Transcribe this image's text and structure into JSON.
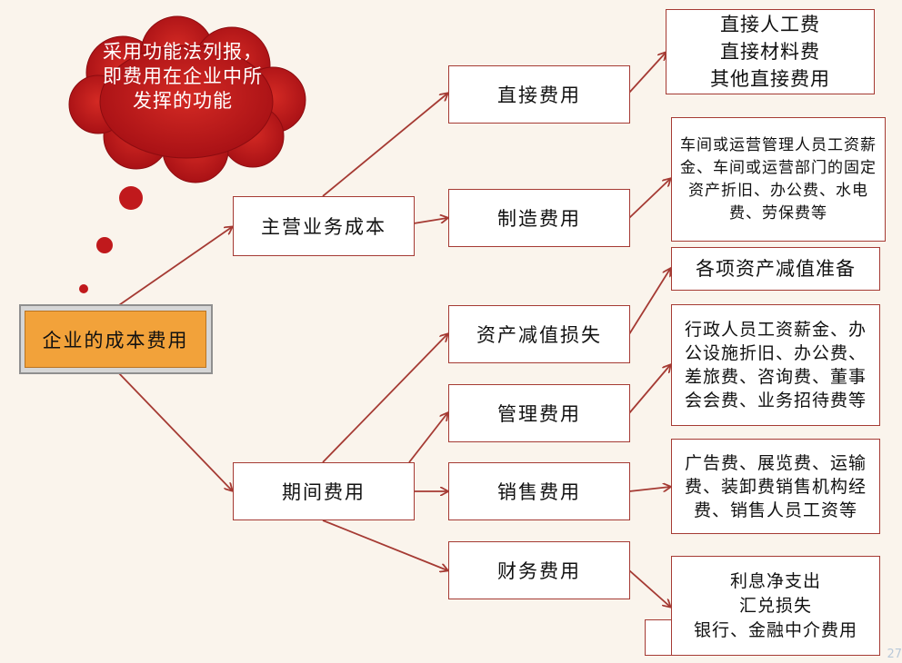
{
  "cloud": {
    "text": "采用功能法列报，即费用在企业中所发挥的功能"
  },
  "root": {
    "label": "企业的成本费用"
  },
  "level1": {
    "main_business_cost": "主营业务成本",
    "period_expense": "期间费用"
  },
  "level2": {
    "direct_cost": "直接费用",
    "manufacturing_overhead": "制造费用",
    "asset_impairment_loss": "资产减值损失",
    "admin_expense": "管理费用",
    "selling_expense": "销售费用",
    "finance_expense": "财务费用"
  },
  "leaves": {
    "direct_cost_items": "直接人工费\n直接材料费\n其他直接费用",
    "manufacturing_items": "车间或运营管理人员工资薪金、车间或运营部门的固定资产折旧、办公费、水电费、劳保费等",
    "impairment_items": "各项资产减值准备",
    "admin_items": "行政人员工资薪金、办公设施折旧、办公费、差旅费、咨询费、董事会会费、业务招待费等",
    "selling_items": "广告费、展览费、运输费、装卸费销售机构经费、销售人员工资等",
    "finance_items": "利息净支出\n汇兑损失\n银行、金融中介费用"
  },
  "page_number": "27",
  "colors": {
    "arrow": "#a53a33",
    "cloud": "#c0191c",
    "root_fill": "#f2a23a",
    "box_border": "#a53a33"
  }
}
